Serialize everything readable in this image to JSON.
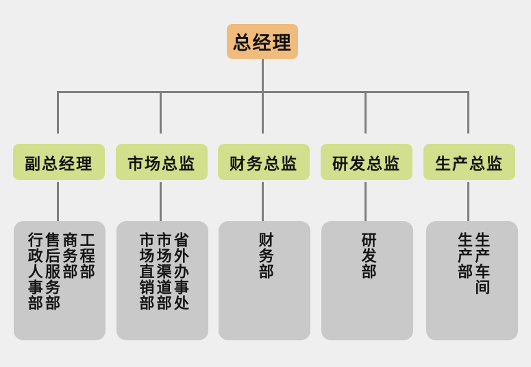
{
  "theme": {
    "background": "#efefef",
    "root_fill": "#f0bc7d",
    "director_fill": "#d2df8c",
    "department_fill": "#c9c9c9",
    "line_color": "#7e7e7e",
    "text_color": "#111111"
  },
  "chart": {
    "type": "org-chart",
    "root": {
      "label": "总经理"
    },
    "branches": [
      {
        "director": "副总经理",
        "departments": [
          "工程部",
          "商务部",
          "售后服务部",
          "行政人事部"
        ]
      },
      {
        "director": "市场总监",
        "departments": [
          "省外办事处",
          "市场渠道部",
          "市场直销部"
        ]
      },
      {
        "director": "财务总监",
        "departments": [
          "财务部"
        ]
      },
      {
        "director": "研发总监",
        "departments": [
          "研发部"
        ]
      },
      {
        "director": "生产总监",
        "departments": [
          "生产车间",
          "生产部"
        ]
      }
    ]
  }
}
